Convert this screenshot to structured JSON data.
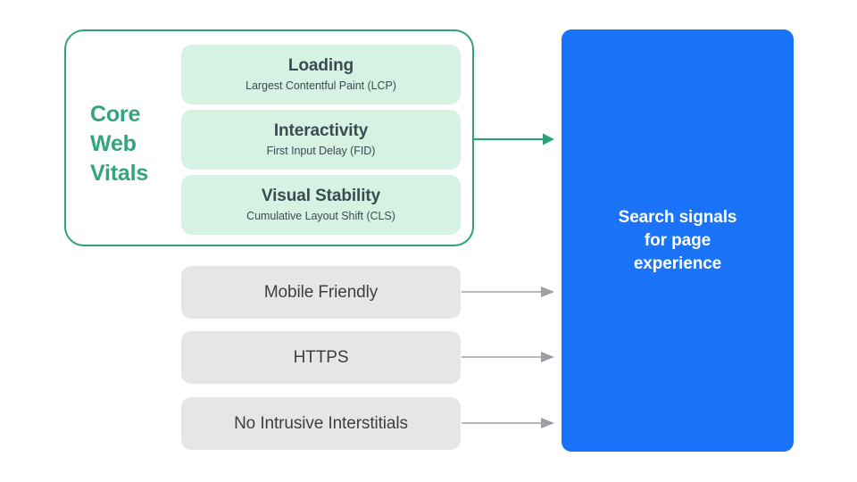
{
  "diagram": {
    "type": "flow-diagram",
    "colors": {
      "green_accent": "#2FA077",
      "green_label": "#34A47C",
      "green_pill_bg": "#D6F2E2",
      "grey_box_bg": "#E6E6E7",
      "blue_box_bg": "#1A73F8",
      "dark_text": "#3C4043",
      "white_text": "#FFFFFF",
      "grey_arrow": "#9AA0A6",
      "background": "#FFFFFF"
    },
    "core_web_vitals": {
      "label_lines": [
        "Core",
        "Web",
        "Vitals"
      ],
      "metrics": [
        {
          "title": "Loading",
          "subtitle": "Largest Contentful Paint (LCP)"
        },
        {
          "title": "Interactivity",
          "subtitle": "First Input Delay (FID)"
        },
        {
          "title": "Visual Stability",
          "subtitle": "Cumulative Layout Shift (CLS)"
        }
      ]
    },
    "other_signals": [
      {
        "label": "Mobile Friendly"
      },
      {
        "label": "HTTPS"
      },
      {
        "label": "No Intrusive Interstitials"
      }
    ],
    "destination": {
      "label_lines": [
        "Search signals",
        "for page",
        "experience"
      ]
    },
    "connectors": [
      {
        "name": "core-web-vitals-arrow",
        "color": "#2FA077"
      },
      {
        "name": "mobile-friendly-arrow",
        "color": "#9AA0A6"
      },
      {
        "name": "https-arrow",
        "color": "#9AA0A6"
      },
      {
        "name": "no-intrusive-interstitials-arrow",
        "color": "#9AA0A6"
      }
    ]
  }
}
